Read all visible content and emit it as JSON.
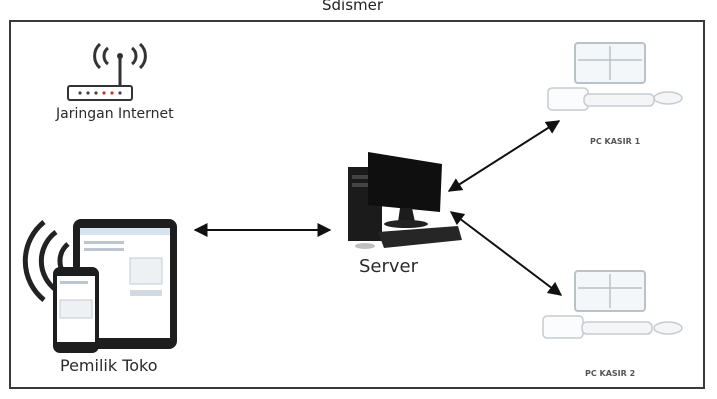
{
  "header": {
    "top_label": "Sdismer"
  },
  "diagram": {
    "internet_label": "Jaringan Internet",
    "server_label": "Server",
    "owner_label": "Pemilik Toko",
    "kasir1_label": "PC KASIR 1",
    "kasir2_label": "PC KASIR 2"
  },
  "icons": [
    "wifi-router-icon",
    "tablet-phone-icon",
    "server-computer-icon",
    "pc-kasir-icon"
  ],
  "colors": {
    "frame": "#3a3a3a",
    "arrow": "#111111",
    "pc_outline": "#b9c2c7",
    "router_accent": "#c0392b"
  }
}
